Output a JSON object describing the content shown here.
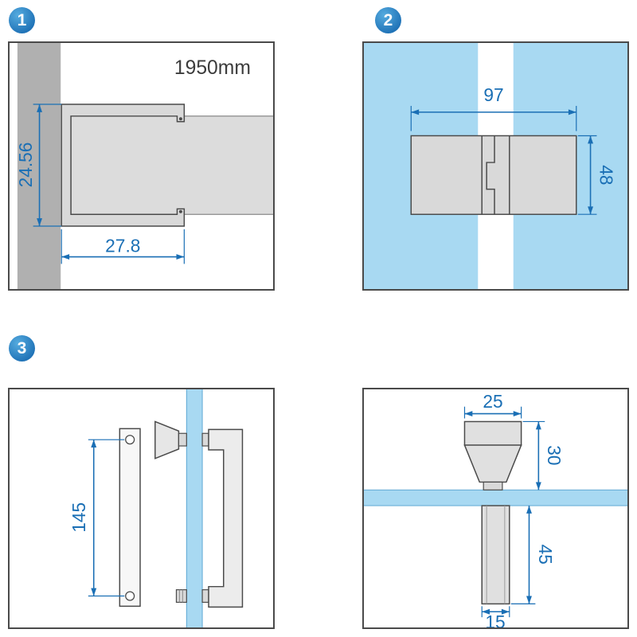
{
  "colors": {
    "dimension_blue": "#1a6fb5",
    "glass_blue": "#a8d9f2",
    "wall_gray": "#b0b0b0",
    "part_gray": "#d9d9d9",
    "outline_dark": "#4a4a4a",
    "badge_blue": "#0d5fa9"
  },
  "panels": {
    "profile": {
      "badge": "1",
      "glass_length": "1950mm",
      "height": "24.56",
      "depth": "27.8"
    },
    "connector": {
      "badge": "2",
      "width": "97",
      "height": "48"
    },
    "handle_side": {
      "badge": "3",
      "hole_spacing": "145"
    },
    "handle_top": {
      "knob_width": "25",
      "knob_height": "30",
      "grip_depth": "45",
      "grip_width": "15"
    }
  }
}
